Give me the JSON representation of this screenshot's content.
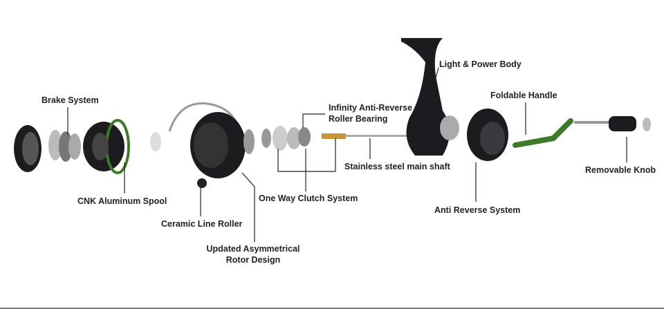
{
  "labels": {
    "brake_system": "Brake System",
    "spool": "CNK Aluminum Spool",
    "line_roller": "Ceramic Line Roller",
    "rotor_line1": "Updated Asymmetrical",
    "rotor_line2": "Rotor Design",
    "clutch": "One Way Clutch System",
    "bearing_line1": "Infinity Anti-Reverse",
    "bearing_line2": "Roller Bearing",
    "shaft": "Stainless steel main shaft",
    "body": "Light & Power Body",
    "handle": "Foldable Handle",
    "anti_reverse": "Anti Reverse System",
    "knob": "Removable Knob"
  },
  "colors": {
    "accent_green": "#3e7a2a",
    "dark": "#1c1c1e",
    "metal": "#b9bcc0"
  }
}
